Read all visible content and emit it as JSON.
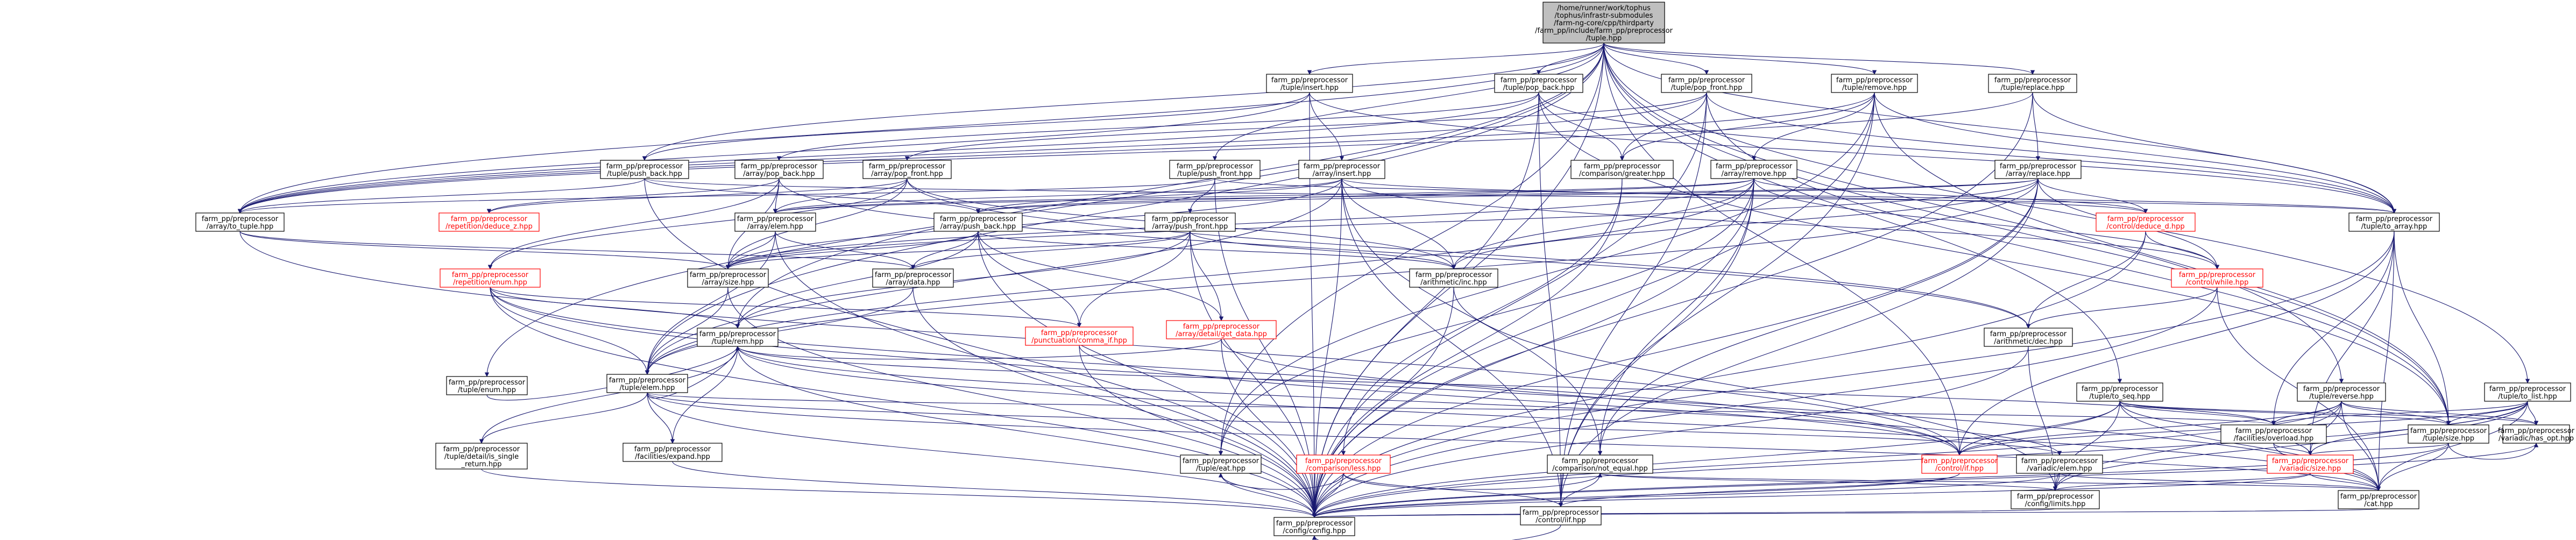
{
  "colors": {
    "edge": "#191970",
    "root_fill": "#bfbfbf",
    "broken_link": "#ff0000",
    "box_border": "#000000"
  },
  "nodes": [
    {
      "id": "root",
      "lines": [
        "/home/runner/work/tophus",
        "/tophus/infrastr-submodules",
        "/farm-ng-core/cpp/thirdparty",
        "/farm_pp/include/farm_pp/preprocessor",
        "/tuple.hpp"
      ],
      "kind": "root"
    },
    {
      "id": "tuple_insert",
      "lines": [
        "farm_pp/preprocessor",
        "/tuple/insert.hpp"
      ]
    },
    {
      "id": "tuple_pop_back",
      "lines": [
        "farm_pp/preprocessor",
        "/tuple/pop_back.hpp"
      ]
    },
    {
      "id": "tuple_pop_front",
      "lines": [
        "farm_pp/preprocessor",
        "/tuple/pop_front.hpp"
      ]
    },
    {
      "id": "tuple_remove",
      "lines": [
        "farm_pp/preprocessor",
        "/tuple/remove.hpp"
      ]
    },
    {
      "id": "tuple_replace",
      "lines": [
        "farm_pp/preprocessor",
        "/tuple/replace.hpp"
      ]
    },
    {
      "id": "tuple_push_back",
      "lines": [
        "farm_pp/preprocessor",
        "/tuple/push_back.hpp"
      ]
    },
    {
      "id": "array_pop_back",
      "lines": [
        "farm_pp/preprocessor",
        "/array/pop_back.hpp"
      ]
    },
    {
      "id": "array_pop_front",
      "lines": [
        "farm_pp/preprocessor",
        "/array/pop_front.hpp"
      ]
    },
    {
      "id": "tuple_push_front",
      "lines": [
        "farm_pp/preprocessor",
        "/tuple/push_front.hpp"
      ]
    },
    {
      "id": "array_insert",
      "lines": [
        "farm_pp/preprocessor",
        "/array/insert.hpp"
      ]
    },
    {
      "id": "comparison_greater",
      "lines": [
        "farm_pp/preprocessor",
        "/comparison/greater.hpp"
      ]
    },
    {
      "id": "array_remove",
      "lines": [
        "farm_pp/preprocessor",
        "/array/remove.hpp"
      ]
    },
    {
      "id": "array_replace",
      "lines": [
        "farm_pp/preprocessor",
        "/array/replace.hpp"
      ]
    },
    {
      "id": "array_to_tuple",
      "lines": [
        "farm_pp/preprocessor",
        "/array/to_tuple.hpp"
      ]
    },
    {
      "id": "repetition_deduce_z",
      "lines": [
        "farm_pp/preprocessor",
        "/repetition/deduce_z.hpp"
      ],
      "kind": "red"
    },
    {
      "id": "array_elem",
      "lines": [
        "farm_pp/preprocessor",
        "/array/elem.hpp"
      ]
    },
    {
      "id": "array_push_back",
      "lines": [
        "farm_pp/preprocessor",
        "/array/push_back.hpp"
      ]
    },
    {
      "id": "array_push_front",
      "lines": [
        "farm_pp/preprocessor",
        "/array/push_front.hpp"
      ]
    },
    {
      "id": "control_deduce_d",
      "lines": [
        "farm_pp/preprocessor",
        "/control/deduce_d.hpp"
      ],
      "kind": "red"
    },
    {
      "id": "tuple_to_array",
      "lines": [
        "farm_pp/preprocessor",
        "/tuple/to_array.hpp"
      ]
    },
    {
      "id": "array_size",
      "lines": [
        "farm_pp/preprocessor",
        "/array/size.hpp"
      ]
    },
    {
      "id": "array_data",
      "lines": [
        "farm_pp/preprocessor",
        "/array/data.hpp"
      ]
    },
    {
      "id": "arithmetic_inc",
      "lines": [
        "farm_pp/preprocessor",
        "/arithmetic/inc.hpp"
      ]
    },
    {
      "id": "control_while",
      "lines": [
        "farm_pp/preprocessor",
        "/control/while.hpp"
      ],
      "kind": "red"
    },
    {
      "id": "repetition_enum",
      "lines": [
        "farm_pp/preprocessor",
        "/repetition/enum.hpp"
      ],
      "kind": "red"
    },
    {
      "id": "tuple_rem",
      "lines": [
        "farm_pp/preprocessor",
        "/tuple/rem.hpp"
      ]
    },
    {
      "id": "punctuation_comma_if",
      "lines": [
        "farm_pp/preprocessor",
        "/punctuation/comma_if.hpp"
      ],
      "kind": "red"
    },
    {
      "id": "array_detail_get_data",
      "lines": [
        "farm_pp/preprocessor",
        "/array/detail/get_data.hpp"
      ],
      "kind": "red"
    },
    {
      "id": "arithmetic_dec",
      "lines": [
        "farm_pp/preprocessor",
        "/arithmetic/dec.hpp"
      ]
    },
    {
      "id": "tuple_enum",
      "lines": [
        "farm_pp/preprocessor",
        "/tuple/enum.hpp"
      ]
    },
    {
      "id": "tuple_elem",
      "lines": [
        "farm_pp/preprocessor",
        "/tuple/elem.hpp"
      ]
    },
    {
      "id": "tuple_to_seq",
      "lines": [
        "farm_pp/preprocessor",
        "/tuple/to_seq.hpp"
      ]
    },
    {
      "id": "tuple_reverse",
      "lines": [
        "farm_pp/preprocessor",
        "/tuple/reverse.hpp"
      ]
    },
    {
      "id": "tuple_to_list",
      "lines": [
        "farm_pp/preprocessor",
        "/tuple/to_list.hpp"
      ]
    },
    {
      "id": "facilities_overload",
      "lines": [
        "farm_pp/preprocessor",
        "/facilities/overload.hpp"
      ]
    },
    {
      "id": "tuple_size",
      "lines": [
        "farm_pp/preprocessor",
        "/tuple/size.hpp"
      ]
    },
    {
      "id": "variadic_has_opt",
      "lines": [
        "farm_pp/preprocessor",
        "/variadic/has_opt.hpp"
      ]
    },
    {
      "id": "tuple_detail_is_single_return",
      "lines": [
        "farm_pp/preprocessor",
        "/tuple/detail/is_single",
        "_return.hpp"
      ]
    },
    {
      "id": "facilities_expand",
      "lines": [
        "farm_pp/preprocessor",
        "/facilities/expand.hpp"
      ]
    },
    {
      "id": "comparison_less",
      "lines": [
        "farm_pp/preprocessor",
        "/comparison/less.hpp"
      ],
      "kind": "red"
    },
    {
      "id": "tuple_eat",
      "lines": [
        "farm_pp/preprocessor",
        "/tuple/eat.hpp"
      ]
    },
    {
      "id": "comparison_not_equal",
      "lines": [
        "farm_pp/preprocessor",
        "/comparison/not_equal.hpp"
      ]
    },
    {
      "id": "control_iif",
      "lines": [
        "farm_pp/preprocessor",
        "/control/iif.hpp"
      ]
    },
    {
      "id": "control_if",
      "lines": [
        "farm_pp/preprocessor",
        "/control/if.hpp"
      ],
      "kind": "red"
    },
    {
      "id": "variadic_elem",
      "lines": [
        "farm_pp/preprocessor",
        "/variadic/elem.hpp"
      ]
    },
    {
      "id": "variadic_size",
      "lines": [
        "farm_pp/preprocessor",
        "/variadic/size.hpp"
      ],
      "kind": "red"
    },
    {
      "id": "config_limits",
      "lines": [
        "farm_pp/preprocessor",
        "/config/limits.hpp"
      ]
    },
    {
      "id": "cat",
      "lines": [
        "farm_pp/preprocessor",
        "/cat.hpp"
      ]
    },
    {
      "id": "config_config",
      "lines": [
        "farm_pp/preprocessor",
        "/config/config.hpp"
      ]
    }
  ],
  "edges": [
    [
      "root",
      "tuple_insert"
    ],
    [
      "root",
      "tuple_pop_back"
    ],
    [
      "root",
      "tuple_pop_front"
    ],
    [
      "root",
      "tuple_remove"
    ],
    [
      "root",
      "tuple_replace"
    ],
    [
      "root",
      "tuple_push_back"
    ],
    [
      "root",
      "tuple_push_front"
    ],
    [
      "root",
      "tuple_to_array"
    ],
    [
      "root",
      "tuple_enum"
    ],
    [
      "root",
      "tuple_elem"
    ],
    [
      "root",
      "tuple_to_seq"
    ],
    [
      "root",
      "tuple_reverse"
    ],
    [
      "root",
      "tuple_to_list"
    ],
    [
      "root",
      "tuple_size"
    ],
    [
      "root",
      "tuple_rem"
    ],
    [
      "root",
      "tuple_eat"
    ],
    [
      "root",
      "array_to_tuple"
    ],
    [
      "root",
      "config_config"
    ],
    [
      "root",
      "control_if"
    ],
    [
      "tuple_insert",
      "array_insert"
    ],
    [
      "tuple_insert",
      "array_to_tuple"
    ],
    [
      "tuple_insert",
      "tuple_to_array"
    ],
    [
      "tuple_insert",
      "config_config"
    ],
    [
      "tuple_insert",
      "tuple_push_back"
    ],
    [
      "tuple_pop_back",
      "array_pop_back"
    ],
    [
      "tuple_pop_back",
      "array_to_tuple"
    ],
    [
      "tuple_pop_back",
      "tuple_to_array"
    ],
    [
      "tuple_pop_back",
      "comparison_greater"
    ],
    [
      "tuple_pop_back",
      "control_iif"
    ],
    [
      "tuple_pop_back",
      "tuple_size"
    ],
    [
      "tuple_pop_back",
      "config_config"
    ],
    [
      "tuple_pop_front",
      "array_pop_front"
    ],
    [
      "tuple_pop_front",
      "array_to_tuple"
    ],
    [
      "tuple_pop_front",
      "tuple_to_array"
    ],
    [
      "tuple_pop_front",
      "comparison_greater"
    ],
    [
      "tuple_pop_front",
      "control_iif"
    ],
    [
      "tuple_pop_front",
      "tuple_size"
    ],
    [
      "tuple_pop_front",
      "config_config"
    ],
    [
      "tuple_remove",
      "array_remove"
    ],
    [
      "tuple_remove",
      "array_to_tuple"
    ],
    [
      "tuple_remove",
      "tuple_to_array"
    ],
    [
      "tuple_remove",
      "comparison_greater"
    ],
    [
      "tuple_remove",
      "control_iif"
    ],
    [
      "tuple_remove",
      "tuple_size"
    ],
    [
      "tuple_remove",
      "tuple_eat"
    ],
    [
      "tuple_remove",
      "config_config"
    ],
    [
      "tuple_replace",
      "array_replace"
    ],
    [
      "tuple_replace",
      "array_to_tuple"
    ],
    [
      "tuple_replace",
      "tuple_to_array"
    ],
    [
      "tuple_replace",
      "config_config"
    ],
    [
      "tuple_push_back",
      "array_push_back"
    ],
    [
      "tuple_push_back",
      "array_to_tuple"
    ],
    [
      "tuple_push_back",
      "tuple_to_array"
    ],
    [
      "tuple_push_back",
      "config_config"
    ],
    [
      "tuple_push_front",
      "array_push_front"
    ],
    [
      "tuple_push_front",
      "array_to_tuple"
    ],
    [
      "tuple_push_front",
      "tuple_to_array"
    ],
    [
      "tuple_push_front",
      "config_config"
    ],
    [
      "array_pop_back",
      "array_elem"
    ],
    [
      "array_pop_back",
      "array_size"
    ],
    [
      "array_pop_back",
      "repetition_enum"
    ],
    [
      "array_pop_back",
      "repetition_deduce_z"
    ],
    [
      "array_pop_back",
      "arithmetic_dec"
    ],
    [
      "array_pop_front",
      "array_elem"
    ],
    [
      "array_pop_front",
      "array_size"
    ],
    [
      "array_pop_front",
      "repetition_enum"
    ],
    [
      "array_pop_front",
      "repetition_deduce_z"
    ],
    [
      "array_pop_front",
      "arithmetic_dec"
    ],
    [
      "array_pop_front",
      "arithmetic_inc"
    ],
    [
      "array_insert",
      "array_elem"
    ],
    [
      "array_insert",
      "array_push_back"
    ],
    [
      "array_insert",
      "array_size"
    ],
    [
      "array_insert",
      "control_deduce_d"
    ],
    [
      "array_insert",
      "control_while"
    ],
    [
      "array_insert",
      "comparison_not_equal"
    ],
    [
      "array_insert",
      "arithmetic_inc"
    ],
    [
      "array_insert",
      "control_iif"
    ],
    [
      "array_insert",
      "tuple_elem"
    ],
    [
      "array_insert",
      "config_config"
    ],
    [
      "array_remove",
      "array_elem"
    ],
    [
      "array_remove",
      "array_push_back"
    ],
    [
      "array_remove",
      "array_size"
    ],
    [
      "array_remove",
      "control_deduce_d"
    ],
    [
      "array_remove",
      "control_while"
    ],
    [
      "array_remove",
      "comparison_not_equal"
    ],
    [
      "array_remove",
      "arithmetic_inc"
    ],
    [
      "array_remove",
      "control_iif"
    ],
    [
      "array_remove",
      "tuple_eat"
    ],
    [
      "array_remove",
      "tuple_elem"
    ],
    [
      "array_remove",
      "config_config"
    ],
    [
      "array_replace",
      "array_elem"
    ],
    [
      "array_replace",
      "array_push_back"
    ],
    [
      "array_replace",
      "array_size"
    ],
    [
      "array_replace",
      "control_deduce_d"
    ],
    [
      "array_replace",
      "control_while"
    ],
    [
      "array_replace",
      "comparison_not_equal"
    ],
    [
      "array_replace",
      "arithmetic_inc"
    ],
    [
      "array_replace",
      "control_iif"
    ],
    [
      "array_replace",
      "tuple_elem"
    ],
    [
      "array_replace",
      "config_config"
    ],
    [
      "comparison_greater",
      "comparison_less"
    ],
    [
      "comparison_greater",
      "config_config"
    ],
    [
      "array_to_tuple",
      "array_data"
    ],
    [
      "array_to_tuple",
      "array_size"
    ],
    [
      "array_to_tuple",
      "control_if"
    ],
    [
      "array_elem",
      "array_data"
    ],
    [
      "array_elem",
      "array_size"
    ],
    [
      "array_elem",
      "tuple_elem"
    ],
    [
      "array_elem",
      "config_config"
    ],
    [
      "array_push_back",
      "array_data"
    ],
    [
      "array_push_back",
      "array_size"
    ],
    [
      "array_push_back",
      "array_detail_get_data"
    ],
    [
      "array_push_back",
      "punctuation_comma_if"
    ],
    [
      "array_push_back",
      "tuple_rem"
    ],
    [
      "array_push_back",
      "arithmetic_inc"
    ],
    [
      "array_push_back",
      "config_config"
    ],
    [
      "array_push_front",
      "array_data"
    ],
    [
      "array_push_front",
      "array_size"
    ],
    [
      "array_push_front",
      "array_detail_get_data"
    ],
    [
      "array_push_front",
      "punctuation_comma_if"
    ],
    [
      "array_push_front",
      "tuple_rem"
    ],
    [
      "array_push_front",
      "arithmetic_inc"
    ],
    [
      "array_push_front",
      "config_config"
    ],
    [
      "control_deduce_d",
      "control_while"
    ],
    [
      "control_deduce_d",
      "arithmetic_dec"
    ],
    [
      "control_deduce_d",
      "config_config"
    ],
    [
      "tuple_to_array",
      "control_if"
    ],
    [
      "tuple_to_array",
      "tuple_size"
    ],
    [
      "tuple_to_array",
      "variadic_size"
    ],
    [
      "tuple_to_array",
      "facilities_overload"
    ],
    [
      "tuple_to_array",
      "cat"
    ],
    [
      "tuple_to_array",
      "config_config"
    ],
    [
      "array_size",
      "tuple_elem"
    ],
    [
      "array_size",
      "config_config"
    ],
    [
      "array_data",
      "tuple_elem"
    ],
    [
      "array_data",
      "config_config"
    ],
    [
      "arithmetic_inc",
      "config_limits"
    ],
    [
      "arithmetic_inc",
      "config_config"
    ],
    [
      "control_while",
      "arithmetic_dec"
    ],
    [
      "control_while",
      "cat"
    ],
    [
      "control_while",
      "config_config"
    ],
    [
      "repetition_enum",
      "punctuation_comma_if"
    ],
    [
      "repetition_enum",
      "tuple_elem"
    ],
    [
      "repetition_enum",
      "tuple_rem"
    ],
    [
      "repetition_enum",
      "cat"
    ],
    [
      "repetition_enum",
      "config_config"
    ],
    [
      "repetition_enum",
      "control_if"
    ],
    [
      "tuple_rem",
      "tuple_detail_is_single_return"
    ],
    [
      "tuple_rem",
      "facilities_expand"
    ],
    [
      "tuple_rem",
      "facilities_overload"
    ],
    [
      "tuple_rem",
      "variadic_elem"
    ],
    [
      "tuple_rem",
      "cat"
    ],
    [
      "tuple_rem",
      "config_config"
    ],
    [
      "punctuation_comma_if",
      "control_if"
    ],
    [
      "punctuation_comma_if",
      "config_config"
    ],
    [
      "array_detail_get_data",
      "tuple_rem"
    ],
    [
      "array_detail_get_data",
      "control_if"
    ],
    [
      "array_detail_get_data",
      "config_config"
    ],
    [
      "arithmetic_dec",
      "config_limits"
    ],
    [
      "arithmetic_dec",
      "config_config"
    ],
    [
      "tuple_enum",
      "tuple_rem"
    ],
    [
      "tuple_elem",
      "tuple_detail_is_single_return"
    ],
    [
      "tuple_elem",
      "facilities_expand"
    ],
    [
      "tuple_elem",
      "facilities_overload"
    ],
    [
      "tuple_elem",
      "tuple_rem"
    ],
    [
      "tuple_elem",
      "variadic_elem"
    ],
    [
      "tuple_elem",
      "cat"
    ],
    [
      "tuple_elem",
      "config_config"
    ],
    [
      "tuple_to_seq",
      "facilities_overload"
    ],
    [
      "tuple_to_seq",
      "tuple_size"
    ],
    [
      "tuple_to_seq",
      "variadic_size"
    ],
    [
      "tuple_to_seq",
      "variadic_has_opt"
    ],
    [
      "tuple_to_seq",
      "control_if"
    ],
    [
      "tuple_to_seq",
      "config_limits"
    ],
    [
      "tuple_to_seq",
      "cat"
    ],
    [
      "tuple_to_seq",
      "config_config"
    ],
    [
      "tuple_reverse",
      "facilities_overload"
    ],
    [
      "tuple_reverse",
      "tuple_size"
    ],
    [
      "tuple_reverse",
      "variadic_size"
    ],
    [
      "tuple_reverse",
      "variadic_has_opt"
    ],
    [
      "tuple_reverse",
      "control_if"
    ],
    [
      "tuple_reverse",
      "config_limits"
    ],
    [
      "tuple_reverse",
      "cat"
    ],
    [
      "tuple_reverse",
      "config_config"
    ],
    [
      "tuple_to_list",
      "facilities_overload"
    ],
    [
      "tuple_to_list",
      "tuple_size"
    ],
    [
      "tuple_to_list",
      "variadic_size"
    ],
    [
      "tuple_to_list",
      "variadic_has_opt"
    ],
    [
      "tuple_to_list",
      "control_if"
    ],
    [
      "tuple_to_list",
      "config_limits"
    ],
    [
      "tuple_to_list",
      "cat"
    ],
    [
      "tuple_to_list",
      "config_config"
    ],
    [
      "facilities_overload",
      "variadic_size"
    ],
    [
      "facilities_overload",
      "cat"
    ],
    [
      "tuple_size",
      "variadic_size"
    ],
    [
      "tuple_size",
      "variadic_has_opt"
    ],
    [
      "tuple_size",
      "cat"
    ],
    [
      "tuple_size",
      "config_config"
    ],
    [
      "variadic_has_opt",
      "config_config"
    ],
    [
      "tuple_detail_is_single_return",
      "config_config"
    ],
    [
      "facilities_expand",
      "config_config"
    ],
    [
      "comparison_less",
      "comparison_not_equal"
    ],
    [
      "comparison_less",
      "control_iif"
    ],
    [
      "comparison_less",
      "tuple_eat"
    ],
    [
      "comparison_less",
      "config_config"
    ],
    [
      "tuple_eat",
      "config_config"
    ],
    [
      "comparison_not_equal",
      "cat"
    ],
    [
      "comparison_not_equal",
      "control_iif"
    ],
    [
      "comparison_not_equal",
      "config_limits"
    ],
    [
      "control_iif",
      "config_config"
    ],
    [
      "control_if",
      "control_iif"
    ],
    [
      "control_if",
      "config_config"
    ],
    [
      "variadic_elem",
      "cat"
    ],
    [
      "variadic_elem",
      "config_limits"
    ],
    [
      "variadic_elem",
      "config_config"
    ],
    [
      "variadic_size",
      "cat"
    ],
    [
      "variadic_size",
      "config_limits"
    ],
    [
      "variadic_size",
      "config_config"
    ],
    [
      "config_limits",
      "config_config"
    ],
    [
      "cat",
      "config_config"
    ]
  ]
}
